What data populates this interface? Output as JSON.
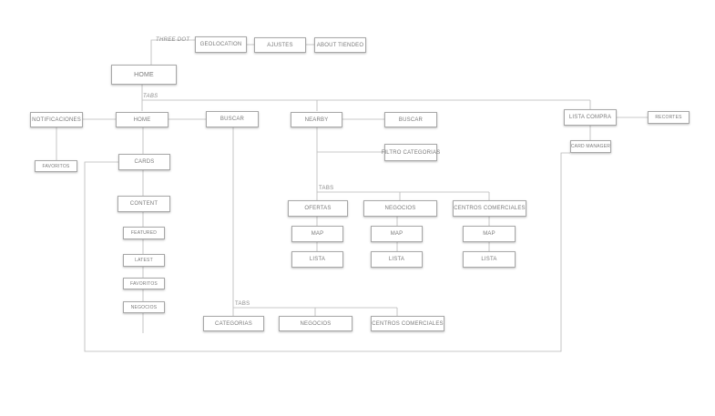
{
  "nodes": {
    "three_dot_label": "THREE DOT",
    "geolocation": "GEOLOCATION",
    "ajustes": "AJUSTES",
    "about": "ABOUT TIENDEO",
    "home_root": "HOME",
    "tabs_main": "TABS",
    "notificaciones": "NOTIFICACIONES",
    "home_tab": "HOME",
    "buscar_tab": "BUSCAR",
    "nearby": "NEARBY",
    "buscar_nearby": "BUSCAR",
    "lista_compra": "LISTA COMPRA",
    "recortes": "RECORTES",
    "card_manager": "CARD MANAGER",
    "favoritos_notif": "FAVORITOS",
    "cards": "CARDS",
    "filtro_categorias": "FILTRO CATEGORIAS",
    "tabs_nearby": "TABS",
    "content": "CONTENT",
    "ofertas": "OFERTAS",
    "negocios_nearby": "NEGOCIOS",
    "centros_nearby": "CENTROS COMERCIALES",
    "featured": "FEATURED",
    "map_ofertas": "MAP",
    "map_negocios": "MAP",
    "map_centros": "MAP",
    "latest": "LATEST",
    "lista_ofertas": "LISTA",
    "lista_negocios": "LISTA",
    "lista_centros": "LISTA",
    "favoritos_content": "FAVORITOS",
    "negocios_content": "NEGOCIOS",
    "tabs_buscar": "TABS",
    "categorias": "CATEGORIAS",
    "negocios_buscar": "NEGOCIOS",
    "centros_buscar": "CENTROS COMERCIALES"
  }
}
